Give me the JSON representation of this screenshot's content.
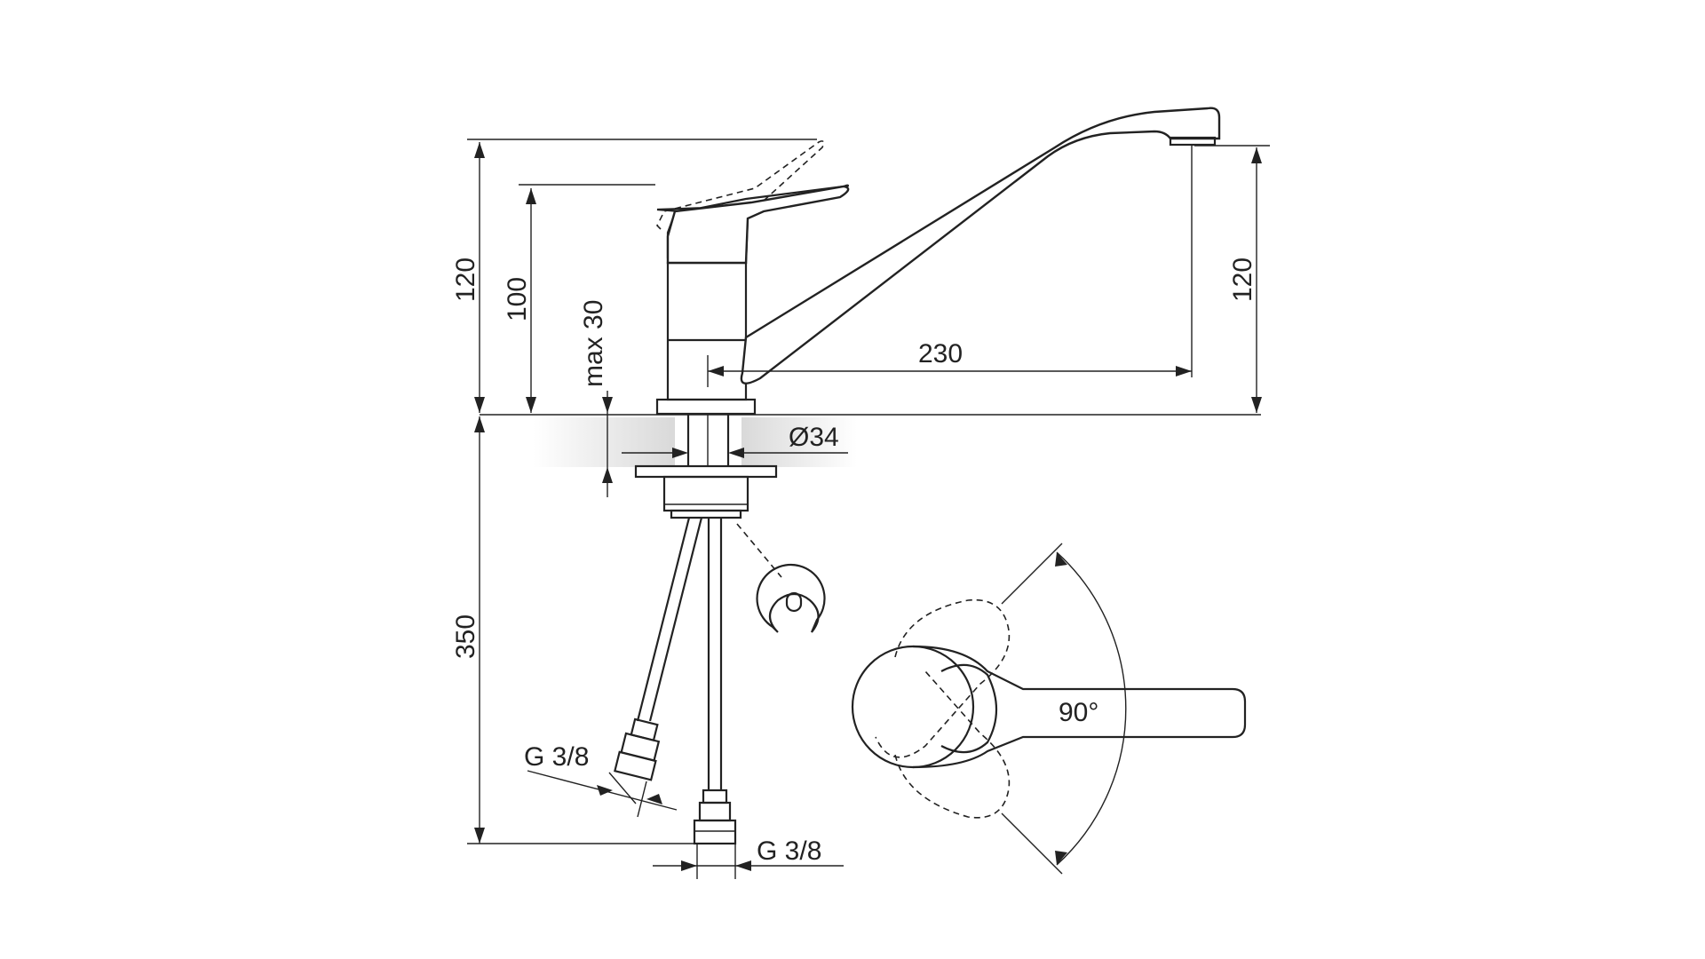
{
  "dimensions": {
    "total_height_lever_up": "120",
    "height_lever": "100",
    "max_deck_thickness": "max 30",
    "spout_height": "120",
    "spout_reach": "230",
    "hole_diameter": "Ø34",
    "hose_length": "350",
    "hose_thread_left": "G 3/8",
    "hose_thread_right": "G 3/8",
    "lever_rotation": "90°"
  },
  "colors": {
    "line": "#222222",
    "deck_shade": "#d9d9d9"
  },
  "icons": [
    "faucet-outline",
    "retaining-clip",
    "lever-top-view"
  ]
}
